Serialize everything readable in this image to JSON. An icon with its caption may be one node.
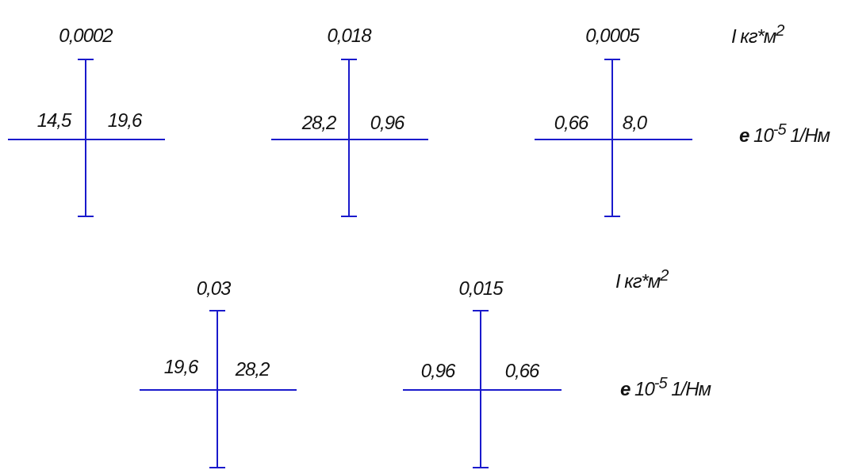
{
  "diagram": {
    "labels": [
      "0,0002",
      "0,018",
      "0,0005",
      "I кг*м$^{2}$",
      "14,5",
      "19,6",
      "28,2",
      "0,96",
      "0,66",
      "8,0",
      "**e** 10$^{-5}$ 1/Нм",
      "0,03",
      "0,015",
      "I кг*м$^{2}$",
      "19,6",
      "28,2",
      "0,96",
      "0,66",
      "**e** 10$^{-5}$ 1/Нм"
    ]
  }
}
